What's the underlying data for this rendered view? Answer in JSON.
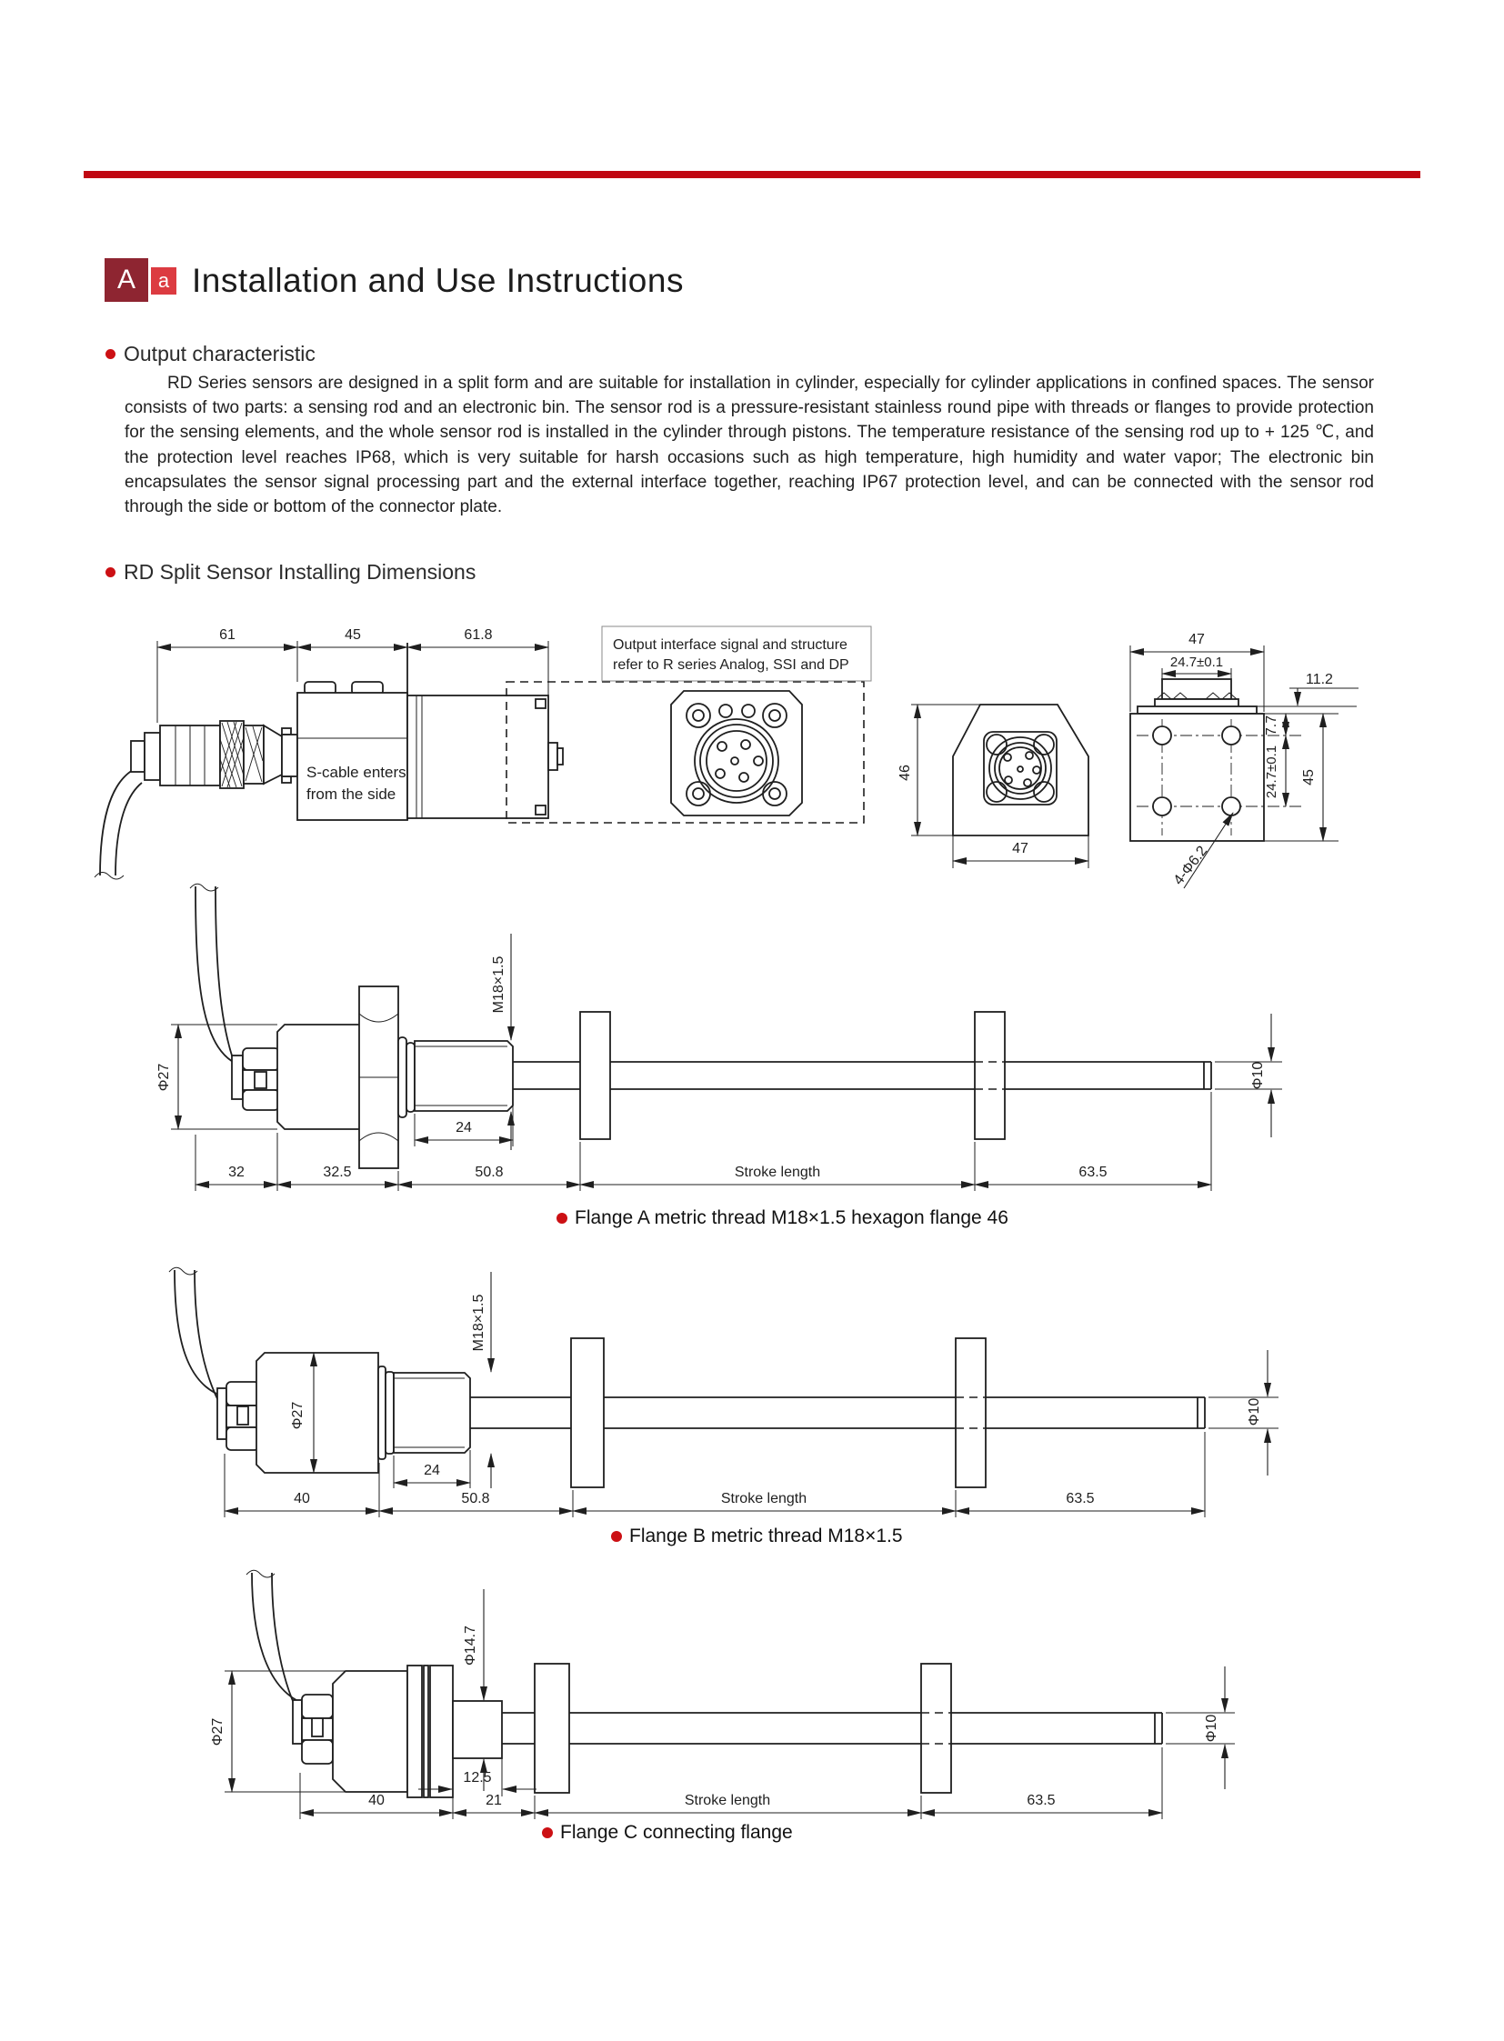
{
  "header": {
    "badge_large": "A",
    "badge_small": "a",
    "title": "Installation and Use Instructions",
    "accent_color": "#c00712",
    "badge_dark_color": "#8e2531",
    "badge_light_color": "#dc3b41"
  },
  "output_section": {
    "heading": "Output characteristic",
    "paragraph": "RD Series sensors are designed in a split form and are suitable for installation in cylinder, especially for cylinder applications in confined spaces. The sensor consists of two parts: a sensing rod and an electronic bin. The sensor rod is a pressure-resistant stainless round pipe with threads or flanges to provide protection for the sensing elements, and the whole sensor rod is installed in the cylinder through pistons. The temperature resistance of the sensing rod up to + 125 ℃, and the protection level reaches IP68, which is very suitable for harsh occasions such as high temperature, high humidity and water vapor; The electronic bin encapsulates the sensor signal processing part and the external interface together, reaching IP67 protection level, and can be connected with the sensor rod through the side or bottom of the connector plate."
  },
  "dimensions_section": {
    "heading": "RD Split Sensor Installing Dimensions"
  },
  "top_drawing": {
    "dims": {
      "d61": "61",
      "d45": "45",
      "d61_8": "61.8",
      "d46": "46",
      "d47_front": "47",
      "d47_top": "47",
      "d24_7_top": "24.7±0.1",
      "d11_2": "11.2",
      "d7_7": "7.7",
      "d24_7_right": "24.7±0.1",
      "d45_right": "45",
      "holes": "4-Φ6.2"
    },
    "notes": {
      "interface_line1": "Output interface signal and structure",
      "interface_line2": "refer to R series Analog, SSI and DP",
      "cable_line1": "S-cable enters",
      "cable_line2": "from the side"
    }
  },
  "flange_a": {
    "dims": {
      "phi27": "Φ27",
      "m18": "M18×1.5",
      "d24": "24",
      "d32": "32",
      "d32_5": "32.5",
      "d50_8": "50.8",
      "stroke": "Stroke length",
      "d63_5": "63.5",
      "phi10": "Φ10"
    },
    "caption": "Flange A metric thread M18×1.5 hexagon flange 46"
  },
  "flange_b": {
    "dims": {
      "phi27": "Φ27",
      "m18": "M18×1.5",
      "d24": "24",
      "d40": "40",
      "d50_8": "50.8",
      "stroke": "Stroke length",
      "d63_5": "63.5",
      "phi10": "Φ10"
    },
    "caption": "Flange B metric thread M18×1.5"
  },
  "flange_c": {
    "dims": {
      "phi27": "Φ27",
      "phi14_7": "Φ14.7",
      "d12_5": "12.5",
      "d40": "40",
      "d21": "21",
      "stroke": "Stroke length",
      "d63_5": "63.5",
      "phi10": "Φ10"
    },
    "caption": "Flange C connecting flange"
  }
}
